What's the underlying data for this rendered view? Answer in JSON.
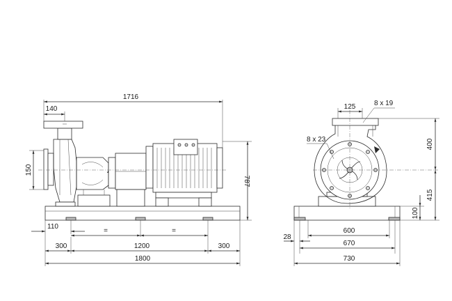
{
  "dimensions": {
    "overall_length": "1716",
    "flange_offset": "140",
    "flange_height": "150",
    "height_total": "787",
    "foot_offset": "110",
    "equal_left": "=",
    "equal_right": "=",
    "end_left": "300",
    "span_center": "1200",
    "end_right": "300",
    "base_length": "1800",
    "outlet_width": "125",
    "outlet_bolts": "8 x 19",
    "inlet_bolts": "8 x 23",
    "upper_height": "400",
    "lower_height": "415",
    "base_height": "100",
    "base_offset": "28",
    "inner_width": "600",
    "bolt_span": "670",
    "base_width": "730"
  }
}
